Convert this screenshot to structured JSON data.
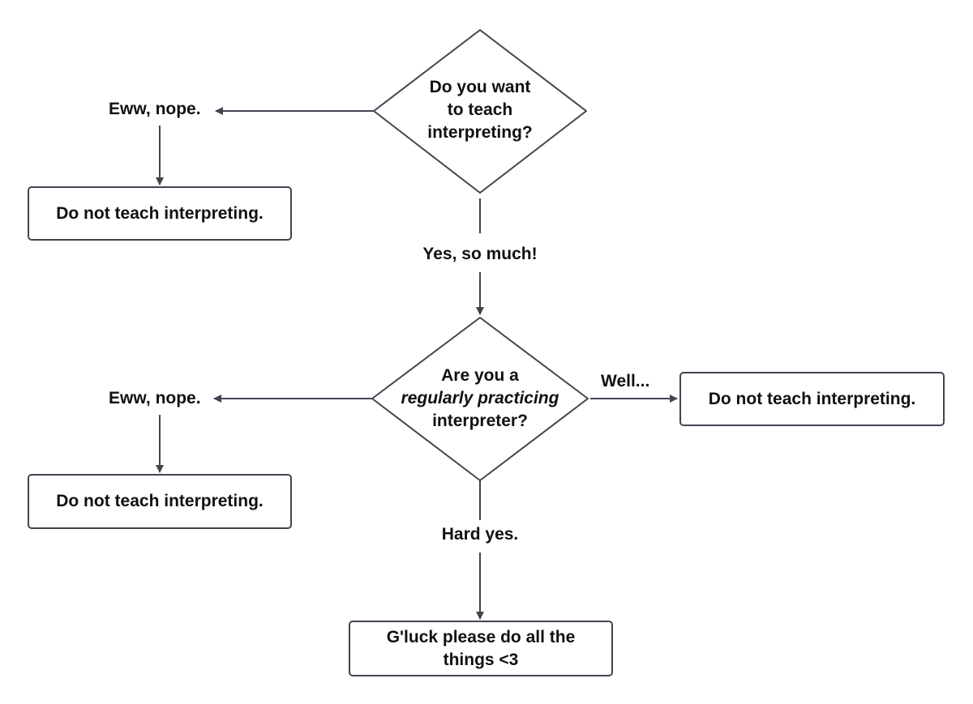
{
  "colors": {
    "stroke": "#3f4650",
    "text": "#111111",
    "background": "#ffffff"
  },
  "decision_1": {
    "line1": "Do you want",
    "line2": "to teach",
    "line3": "interpreting?"
  },
  "decision_2": {
    "line1": "Are you a",
    "line2": "regularly practicing",
    "line3": "interpreter?"
  },
  "edges": {
    "d1_no": "Eww, nope.",
    "d1_yes": "Yes, so much!",
    "d2_no": "Eww, nope.",
    "d2_well": "Well...",
    "d2_yes": "Hard yes."
  },
  "outcomes": {
    "box_1": "Do not teach interpreting.",
    "box_2": "Do not teach interpreting.",
    "box_3": "Do not teach interpreting.",
    "final_line1": "G'luck please do all the",
    "final_line2": "things <3"
  }
}
